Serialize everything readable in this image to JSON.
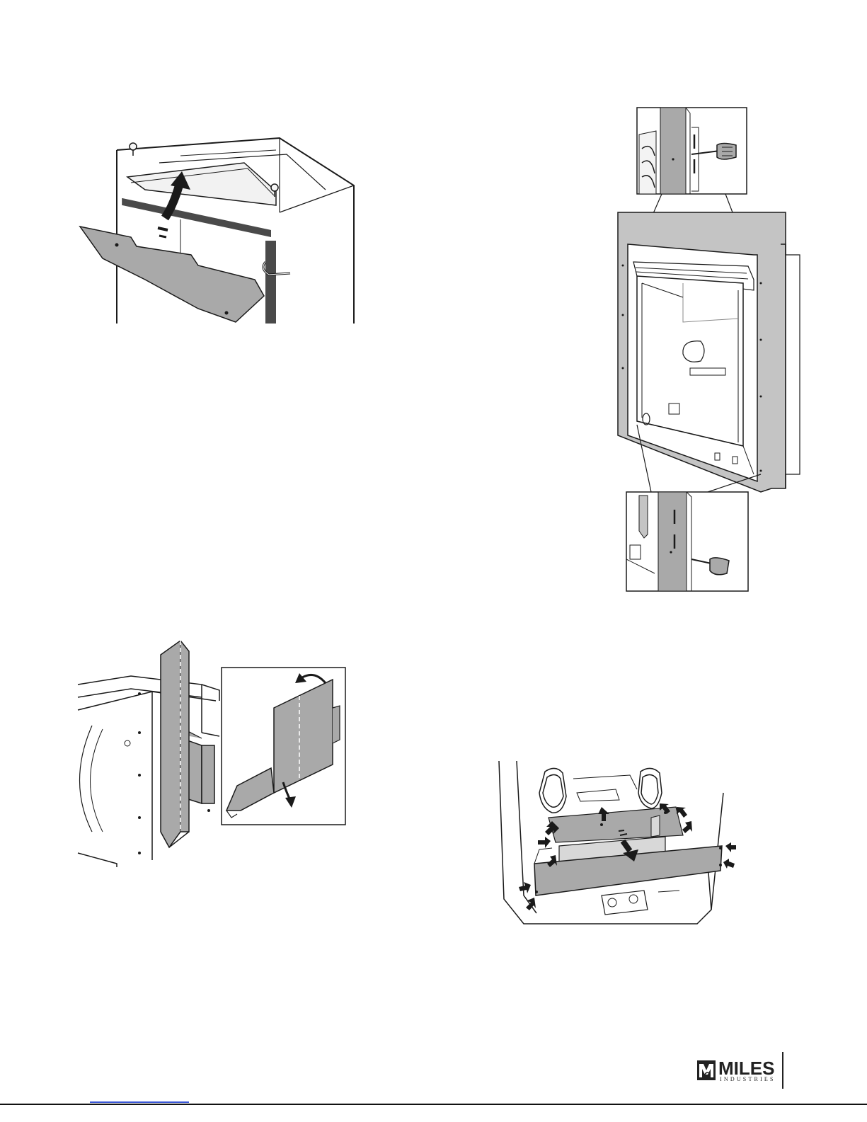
{
  "brand": {
    "name": "MILES",
    "sub": "INDUSTRIES"
  },
  "colors": {
    "line": "#1a1a1a",
    "panel_gray": "#a9a9a9",
    "frame_gray": "#c4c4c4",
    "dark_strip": "#4a4a4a",
    "link_blue": "#3a57d6"
  },
  "figures": [
    {
      "id": "top-left",
      "depicts": "baffle removal with upward arrow"
    },
    {
      "id": "right-tall",
      "depicts": "firebox frame with screwdriver detail insets"
    },
    {
      "id": "mid-left",
      "depicts": "heat shield bracket with fold detail inset"
    },
    {
      "id": "bottom-right",
      "depicts": "bottom panel removal with screw arrows"
    }
  ]
}
